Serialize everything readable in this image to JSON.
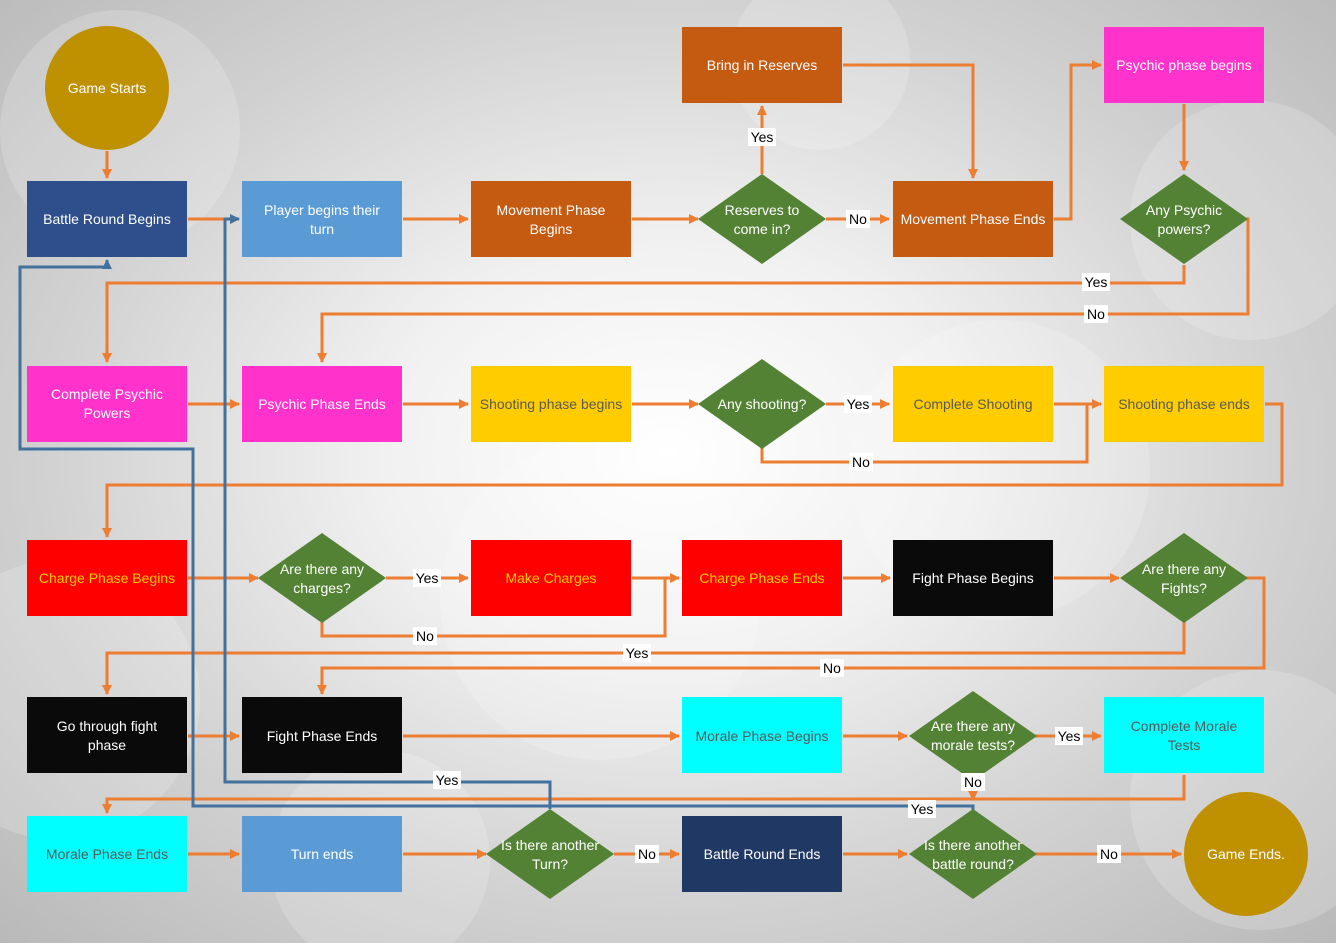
{
  "nodes": {
    "game_starts": {
      "label": "Game Starts",
      "fill": "#bf9000"
    },
    "battle_round_begins": {
      "label": "Battle Round Begins",
      "fill": "#2e4e8c"
    },
    "player_begins_turn": {
      "label": "Player begins their turn",
      "fill": "#5b9bd5"
    },
    "movement_phase_begins": {
      "label": "Movement Phase Begins",
      "fill": "#c55a11"
    },
    "reserves_to_come_in": {
      "label": "Reserves to come in?",
      "fill": "#548235"
    },
    "bring_in_reserves": {
      "label": "Bring in Reserves",
      "fill": "#c55a11"
    },
    "movement_phase_ends": {
      "label": "Movement Phase Ends",
      "fill": "#c55a11"
    },
    "psychic_phase_begins": {
      "label": "Psychic phase begins",
      "fill": "#ff33cc"
    },
    "any_psychic_powers": {
      "label": "Any Psychic powers?",
      "fill": "#548235"
    },
    "complete_psychic_powers": {
      "label": "Complete Psychic Powers",
      "fill": "#ff33cc"
    },
    "psychic_phase_ends": {
      "label": "Psychic Phase Ends",
      "fill": "#ff33cc"
    },
    "shooting_phase_begins": {
      "label": "Shooting phase begins",
      "fill": "#ffcc00"
    },
    "any_shooting": {
      "label": "Any shooting?",
      "fill": "#548235"
    },
    "complete_shooting": {
      "label": "Complete Shooting",
      "fill": "#ffcc00"
    },
    "shooting_phase_ends": {
      "label": "Shooting phase ends",
      "fill": "#ffcc00"
    },
    "charge_phase_begins": {
      "label": "Charge Phase Begins",
      "fill": "#ff0000"
    },
    "are_there_any_charges": {
      "label": "Are there any charges?",
      "fill": "#548235"
    },
    "make_charges": {
      "label": "Make Charges",
      "fill": "#ff0000"
    },
    "charge_phase_ends": {
      "label": "Charge Phase Ends",
      "fill": "#ff0000"
    },
    "fight_phase_begins": {
      "label": "Fight Phase Begins",
      "fill": "#0a0a0a"
    },
    "are_there_any_fights": {
      "label": "Are there any Fights?",
      "fill": "#548235"
    },
    "go_through_fight_phase": {
      "label": "Go through fight phase",
      "fill": "#0a0a0a"
    },
    "fight_phase_ends": {
      "label": "Fight Phase Ends",
      "fill": "#0a0a0a"
    },
    "morale_phase_begins": {
      "label": "Morale Phase Begins",
      "fill": "#00ffff"
    },
    "are_there_any_morale_tests": {
      "label": "Are there any morale tests?",
      "fill": "#548235"
    },
    "complete_morale_tests": {
      "label": "Complete Morale Tests",
      "fill": "#00ffff"
    },
    "morale_phase_ends": {
      "label": "Morale Phase Ends",
      "fill": "#00ffff"
    },
    "turn_ends": {
      "label": "Turn ends",
      "fill": "#5b9bd5"
    },
    "is_there_another_turn": {
      "label": "Is there another Turn?",
      "fill": "#548235"
    },
    "battle_round_ends": {
      "label": "Battle Round Ends",
      "fill": "#1f3864"
    },
    "is_there_another_battle_round": {
      "label": "Is there another battle round?",
      "fill": "#548235"
    },
    "game_ends": {
      "label": "Game Ends.",
      "fill": "#bf9000"
    }
  },
  "edge_labels": {
    "reserves_yes": "Yes",
    "reserves_no": "No",
    "psychic_yes": "Yes",
    "psychic_no": "No",
    "shooting_yes": "Yes",
    "shooting_no": "No",
    "charges_yes": "Yes",
    "charges_no": "No",
    "fights_yes": "Yes",
    "fights_no": "No",
    "morale_yes": "Yes",
    "morale_no": "No",
    "another_turn_yes": "Yes",
    "another_turn_no": "No",
    "another_round_yes": "Yes",
    "another_round_no": "No"
  },
  "colors": {
    "connector": "#ed7d31",
    "loop_connector": "#41719c",
    "light_text": "#ffffff",
    "dark_text": "#000000",
    "muted_text": "#595959"
  }
}
